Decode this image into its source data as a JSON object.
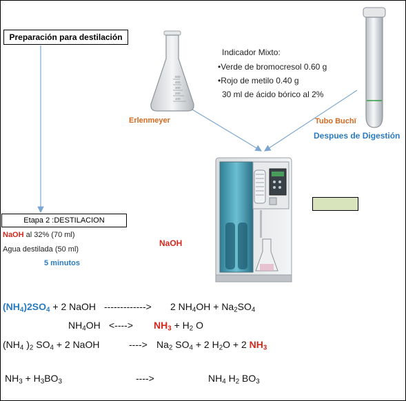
{
  "prep_box": {
    "label": "Preparación para destilación"
  },
  "flask": {
    "caption": "Erlenmeyer",
    "scale_marks": [
      "500",
      "400",
      "300",
      "200",
      "100"
    ]
  },
  "tube": {
    "caption": "Tubo Buchï",
    "subcaption": "Despues de Digestión"
  },
  "indicator": {
    "title": "Indicador Mixto:",
    "items": [
      "Verde de bromocresol 0.60 g",
      "Rojo de metilo 0.40 g"
    ],
    "extra": "30 ml de ácido bórico al 2%"
  },
  "etapa": {
    "label": "Etapa 2 :DESTILACION",
    "naoh_word": "NaOH",
    "naoh_rest": " al 32% (70 ml)",
    "water": "Agua destilada (50 ml)",
    "time": "5 minutos"
  },
  "naoh_label": "NaOH",
  "colors": {
    "blue": "#2a7bbf",
    "red": "#d3281e",
    "orange": "#d4691f",
    "green_box": "#d8e4bc",
    "arrow": "#7aa6d1"
  },
  "equations": {
    "e1": {
      "lhs_a": "(NH",
      "lhs_a_sub": "4",
      "lhs_b": ")2SO",
      "lhs_b_sub": "4",
      "plus": " + 2 NaOH",
      "arrow": "------------->",
      "rhs_a": "2 NH",
      "rhs_a_sub": "4",
      "rhs_b": "OH  + Na",
      "rhs_b_sub": "2",
      "rhs_c": "SO",
      "rhs_c_sub": "4"
    },
    "e2": {
      "a": "NH",
      "a_sub": "4",
      "b": "OH",
      "arrow": "<---->",
      "nh": "NH",
      "nh_sub": "3",
      "plus": " +  H",
      "h_sub": "2",
      "o": " O"
    },
    "e3": {
      "a": "(NH",
      "a_sub": "4",
      "b": " )",
      "b_sub": "2",
      "c": " SO",
      "c_sub": "4",
      "d": " + 2 NaOH",
      "arrow": "---->",
      "e": "Na",
      "e_sub": "2",
      "f": " SO",
      "f_sub": "4",
      "g": " + 2 H",
      "g_sub": "2",
      "h": "O + 2 ",
      "nh": "NH",
      "nh_sub": "3"
    },
    "e4": {
      "a": "NH",
      "a_sub": "3",
      "b": " +  H",
      "b_sub": "3",
      "c": "BO",
      "c_sub": "3",
      "arrow": "---->",
      "d": "NH",
      "d_sub": "4",
      "e": " H",
      "e_sub": "2",
      "f": " BO",
      "f_sub": "3"
    }
  }
}
